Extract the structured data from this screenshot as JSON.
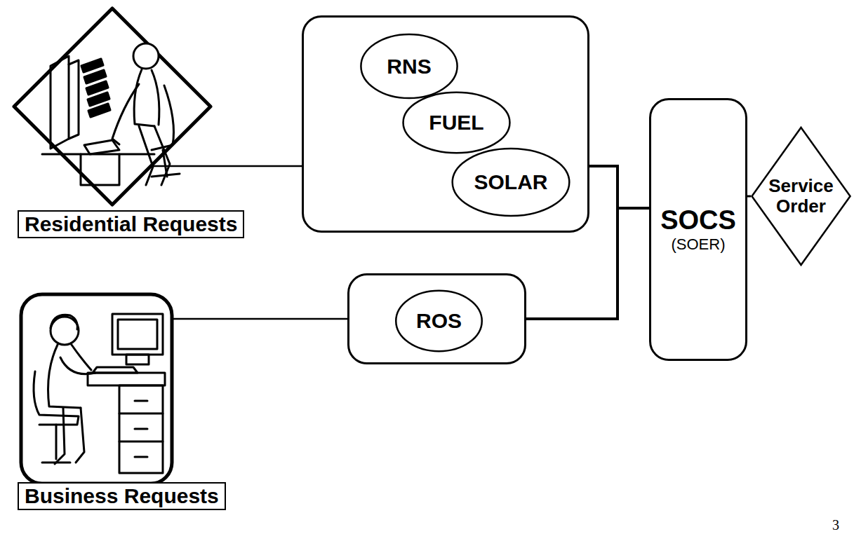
{
  "diagram": {
    "nodes": [
      {
        "text": [
          "Residential Requests"
        ]
      },
      {
        "text": []
      },
      {
        "text": [
          "RNS"
        ],
        "in": 1
      },
      {
        "text": [
          "FUEL"
        ],
        "in": 1
      },
      {
        "text": [
          "SOLAR"
        ],
        "in": 1
      },
      {
        "text": [
          "Business Requests"
        ]
      },
      {
        "text": []
      },
      {
        "text": [
          "ROS"
        ],
        "in": 6
      },
      {
        "text": [
          "SOCS",
          "(SOER)"
        ]
      },
      {
        "text": [
          "Service Order"
        ]
      }
    ],
    "edges": [
      {
        "from": 0,
        "to": 1,
        "arrow": "none"
      },
      {
        "from": 1,
        "to": 8,
        "arrow": "none"
      },
      {
        "from": 5,
        "to": 6,
        "arrow": "none"
      },
      {
        "from": 6,
        "to": 8,
        "arrow": "none"
      },
      {
        "from": 8,
        "to": 9,
        "arrow": "none"
      }
    ],
    "labels": [
      "3"
    ]
  }
}
